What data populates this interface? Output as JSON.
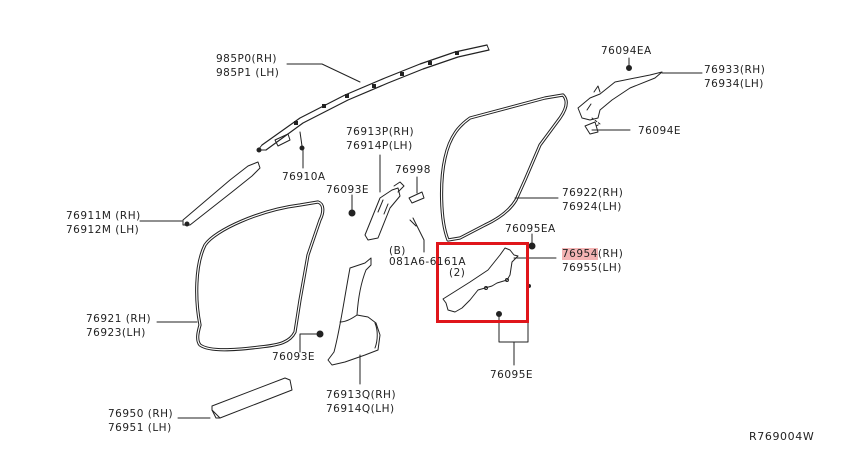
{
  "diagram": {
    "drawing_code": "R769004W",
    "highlight_color": "#e0161b",
    "highlight_label_bg": "#f4b4b4",
    "callouts": [
      {
        "id": "airbag",
        "lines": [
          "985P0(RH)",
          "985P1 (LH)"
        ]
      },
      {
        "id": "clip-910a",
        "lines": [
          "76910A"
        ]
      },
      {
        "id": "a-pillar-upper",
        "lines": [
          "76911M (RH)",
          "76912M (LH)"
        ]
      },
      {
        "id": "b-pillar-upper",
        "lines": [
          "76913P(RH)",
          "76914P(LH)"
        ]
      },
      {
        "id": "clip-998",
        "lines": [
          "76998"
        ]
      },
      {
        "id": "clip-093e-top",
        "lines": [
          "76093E"
        ]
      },
      {
        "id": "bolt",
        "lines": [
          "(B)",
          "081A6-6161A",
          "(2)"
        ]
      },
      {
        "id": "front-weatherstrip",
        "lines": [
          "76921 (RH)",
          "76923(LH)"
        ]
      },
      {
        "id": "clip-093e-bottom",
        "lines": [
          "76093E"
        ]
      },
      {
        "id": "b-pillar-lower",
        "lines": [
          "76913Q(RH)",
          "76914Q(LH)"
        ]
      },
      {
        "id": "front-kicking-plate",
        "lines": [
          "76950 (RH)",
          "76951 (LH)"
        ]
      },
      {
        "id": "clip-094ea",
        "lines": [
          "76094EA"
        ]
      },
      {
        "id": "c-pillar",
        "lines": [
          "76933(RH)",
          "76934(LH)"
        ]
      },
      {
        "id": "clip-094e",
        "lines": [
          "76094E"
        ]
      },
      {
        "id": "rear-weatherstrip",
        "lines": [
          "76922(RH)",
          "76924(LH)"
        ]
      },
      {
        "id": "clip-095ea",
        "lines": [
          "76095EA"
        ]
      },
      {
        "id": "rear-kicking-plate",
        "lines": [
          "76954",
          "(RH)",
          "76955(LH)"
        ]
      },
      {
        "id": "clip-095e",
        "lines": [
          "76095E"
        ]
      }
    ]
  }
}
